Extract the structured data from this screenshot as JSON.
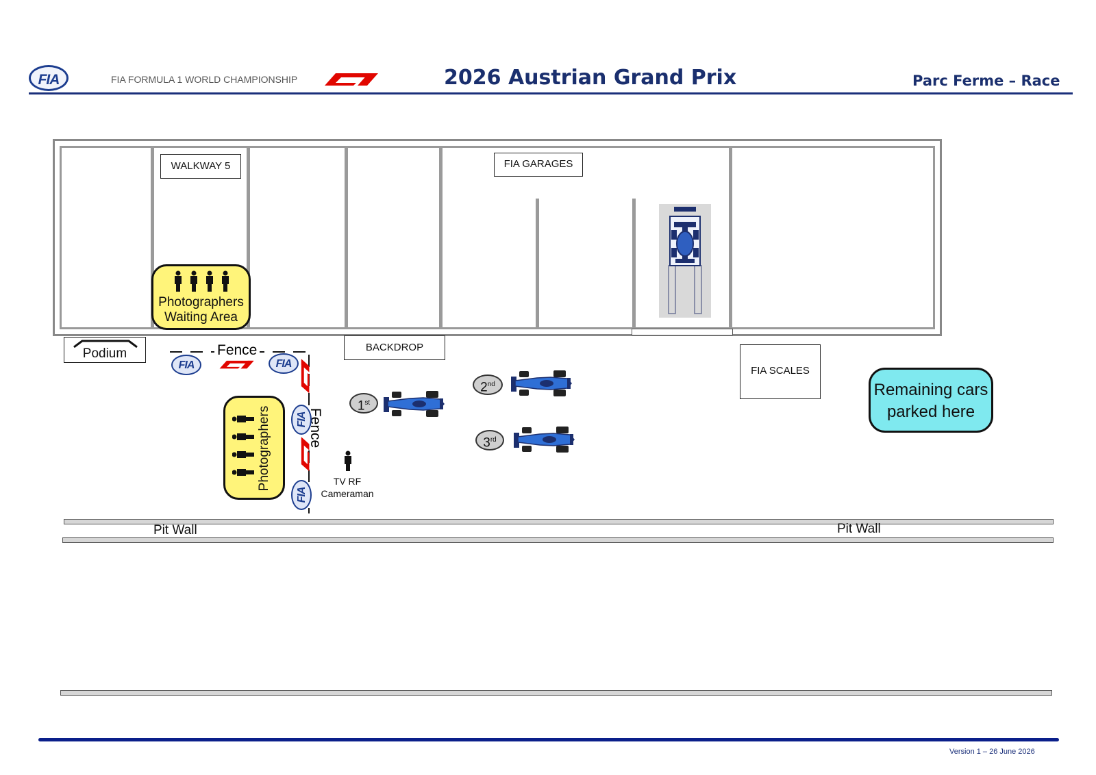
{
  "header": {
    "fia_logo_text": "FIA",
    "championship": "FIA FORMULA 1 WORLD CHAMPIONSHIP",
    "f1_logo_text": "F1",
    "title": "2026 Austrian Grand Prix",
    "session": "Parc Ferme – Race"
  },
  "labels": {
    "walkway": "WALKWAY 5",
    "fia_garages": "FIA GARAGES",
    "podium": "Podium",
    "fence_top": "Fence",
    "fence_side": "Fence",
    "backdrop": "BACKDROP",
    "fia_scales": "FIA SCALES",
    "photographers_waiting_line1": "Photographers",
    "photographers_waiting_line2": "Waiting Area",
    "photographers": "Photographers",
    "tv_line1": "TV RF",
    "tv_line2": "Cameraman",
    "remaining_line1": "Remaining cars",
    "remaining_line2": "parked here",
    "pit_wall_left": "Pit Wall",
    "pit_wall_right": "Pit Wall"
  },
  "positions": [
    {
      "number": "1",
      "suffix": "st"
    },
    {
      "number": "2",
      "suffix": "nd"
    },
    {
      "number": "3",
      "suffix": "rd"
    }
  ],
  "footer": {
    "version": "Version 1 – 26 June 2026"
  },
  "colors": {
    "navy": "#1a2f6e",
    "photographer_zone": "#fff47a",
    "remaining_zone": "#7fe9ef",
    "f1_red": "#e10600",
    "car_blue": "#2f6fd6"
  },
  "icons": [
    "fia-logo",
    "f1-logo",
    "person-icon",
    "f1-car-icon"
  ]
}
